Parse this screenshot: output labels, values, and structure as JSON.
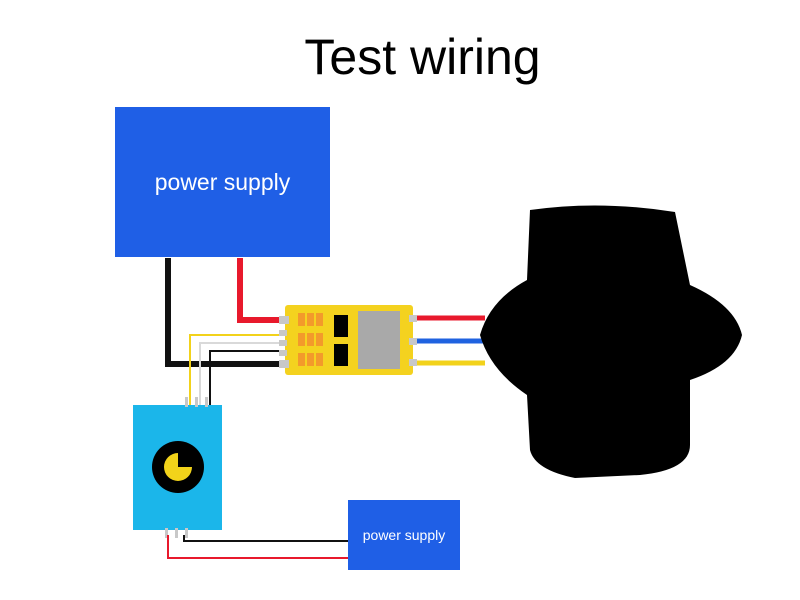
{
  "diagram": {
    "title": "Test wiring",
    "power_supply_main": {
      "label": "power supply",
      "color": "#1f5fe6"
    },
    "power_supply_small": {
      "label": "power supply",
      "color": "#1f5fe6"
    },
    "esc_module": {
      "color": "#f4d21f",
      "pad_color": "#f39a2b",
      "chip_color": "#000000",
      "heatsink_color": "#a9a9a9"
    },
    "servo_tester": {
      "color": "#1bb6ea",
      "knob_color": "#000000",
      "knob_inner_color": "#f2d31a"
    },
    "motor": {
      "color": "#000000"
    },
    "wire_colors": {
      "red": "#e8192c",
      "black": "#111111",
      "blue": "#1f62e0",
      "yellow": "#f2d21b"
    }
  }
}
